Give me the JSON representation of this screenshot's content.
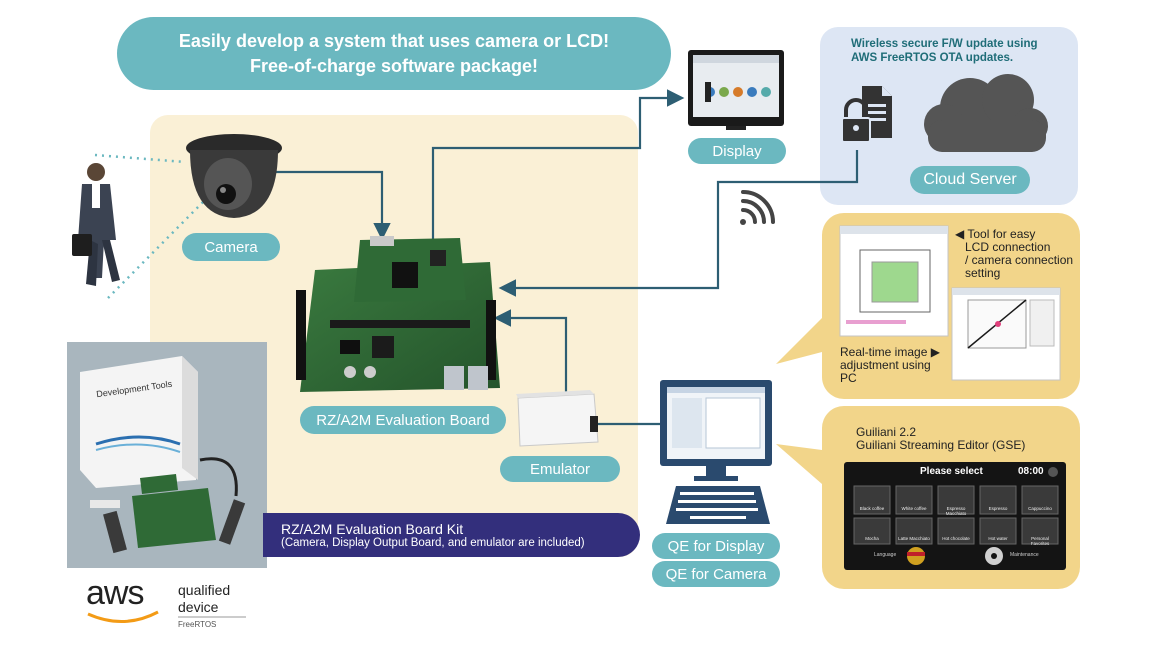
{
  "headline": {
    "line1": "Easily develop a system that uses camera or LCD!",
    "line2": "Free-of-charge software package!"
  },
  "labels": {
    "camera": "Camera",
    "display": "Display",
    "board": "RZ/A2M Evaluation Board",
    "emulator": "Emulator",
    "cloud_server": "Cloud Server",
    "qe_display": "QE for Display",
    "qe_camera": "QE for Camera"
  },
  "ota": {
    "line1": "Wireless secure F/W update using",
    "line2": "AWS FreeRTOS OTA updates."
  },
  "kit": {
    "title": "RZ/A2M Evaluation Board Kit",
    "subtitle": "(Camera, Display Output Board, and emulator are included)"
  },
  "box_label": "Development Tools",
  "qe_tool": {
    "line1": "◀ Tool for easy",
    "line2": "LCD connection",
    "line3": "/ camera connection",
    "line4": "setting",
    "rt1": "Real-time image ▶",
    "rt2": "adjustment using",
    "rt3": "PC"
  },
  "guiliani": {
    "line1": "Guiliani 2.2",
    "line2": "Guiliani Streaming Editor (GSE)",
    "screen_title": "Please select",
    "time": "08:00",
    "items": [
      "Black coffee",
      "White coffee",
      "Espresso Macchiato",
      "Espresso",
      "Cappuccino",
      "Mocha",
      "Latte Macchiato",
      "Hot chocolate",
      "Hot water",
      "Personal Favorites"
    ],
    "language": "Language",
    "maintenance": "Maintenance"
  },
  "aws": {
    "logo": "aws",
    "qualified": "qualified",
    "device": "device",
    "freertos": "FreeRTOS"
  },
  "colors": {
    "teal": "#6bb8c0",
    "navy": "#332f7c",
    "arrow": "#2d5e73",
    "cream": "#faf0d6",
    "gold": "#f2d58a"
  }
}
